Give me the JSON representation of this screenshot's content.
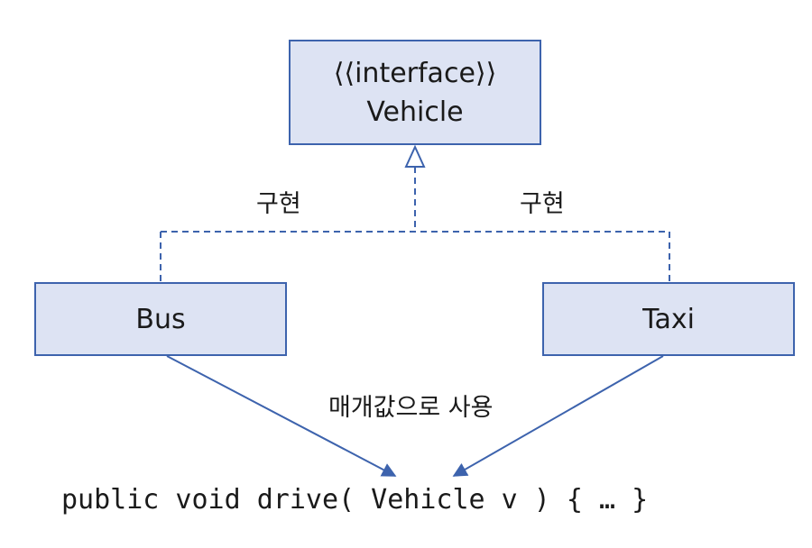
{
  "diagram": {
    "interface": {
      "stereotype": "⟨⟨interface⟩⟩",
      "name": "Vehicle"
    },
    "classes": [
      {
        "name": "Bus"
      },
      {
        "name": "Taxi"
      }
    ],
    "relation_labels": {
      "left": "구현",
      "right": "구현"
    },
    "usage_label": "매개값으로 사용",
    "code": "public void drive( Vehicle v ) { … }"
  },
  "colors": {
    "box_fill": "#dde3f3",
    "box_border": "#3d63ad",
    "line": "#3d63ad",
    "text": "#1a1a1a"
  }
}
